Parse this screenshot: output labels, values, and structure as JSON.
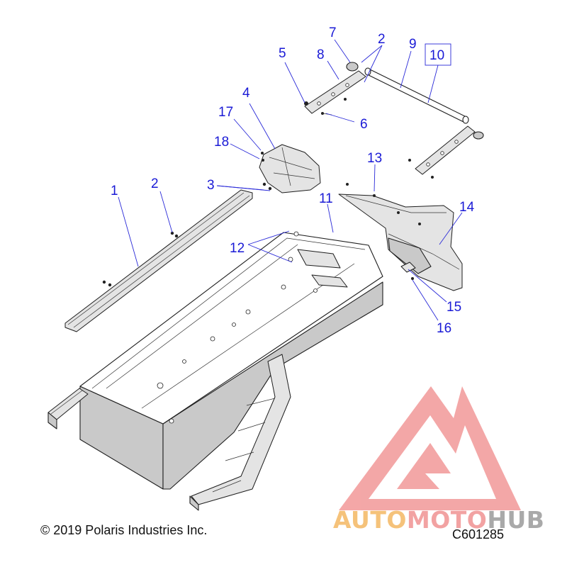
{
  "callouts": [
    {
      "id": "c1",
      "text": "1"
    },
    {
      "id": "c2a",
      "text": "2"
    },
    {
      "id": "c2b",
      "text": "2"
    },
    {
      "id": "c3",
      "text": "3"
    },
    {
      "id": "c4",
      "text": "4"
    },
    {
      "id": "c5",
      "text": "5"
    },
    {
      "id": "c6",
      "text": "6"
    },
    {
      "id": "c7",
      "text": "7"
    },
    {
      "id": "c8",
      "text": "8"
    },
    {
      "id": "c9",
      "text": "9"
    },
    {
      "id": "c10",
      "text": "10"
    },
    {
      "id": "c11",
      "text": "11"
    },
    {
      "id": "c12",
      "text": "12"
    },
    {
      "id": "c13",
      "text": "13"
    },
    {
      "id": "c14",
      "text": "14"
    },
    {
      "id": "c15",
      "text": "15"
    },
    {
      "id": "c16",
      "text": "16"
    },
    {
      "id": "c17",
      "text": "17"
    },
    {
      "id": "c18",
      "text": "18"
    }
  ],
  "footer": {
    "copyright": "© 2019 Polaris Industries Inc.",
    "diagram_code": "C601285"
  },
  "watermark": {
    "word_part1": "AUTO",
    "word_part2": "MOTO",
    "word_part3": "HUB",
    "colors": {
      "logo": "#f08a8a",
      "auto": "#f5c27a",
      "moto": "#f2a2a2",
      "hub": "#a9a9a9"
    }
  },
  "colors": {
    "callout": "#1a1ad6"
  }
}
